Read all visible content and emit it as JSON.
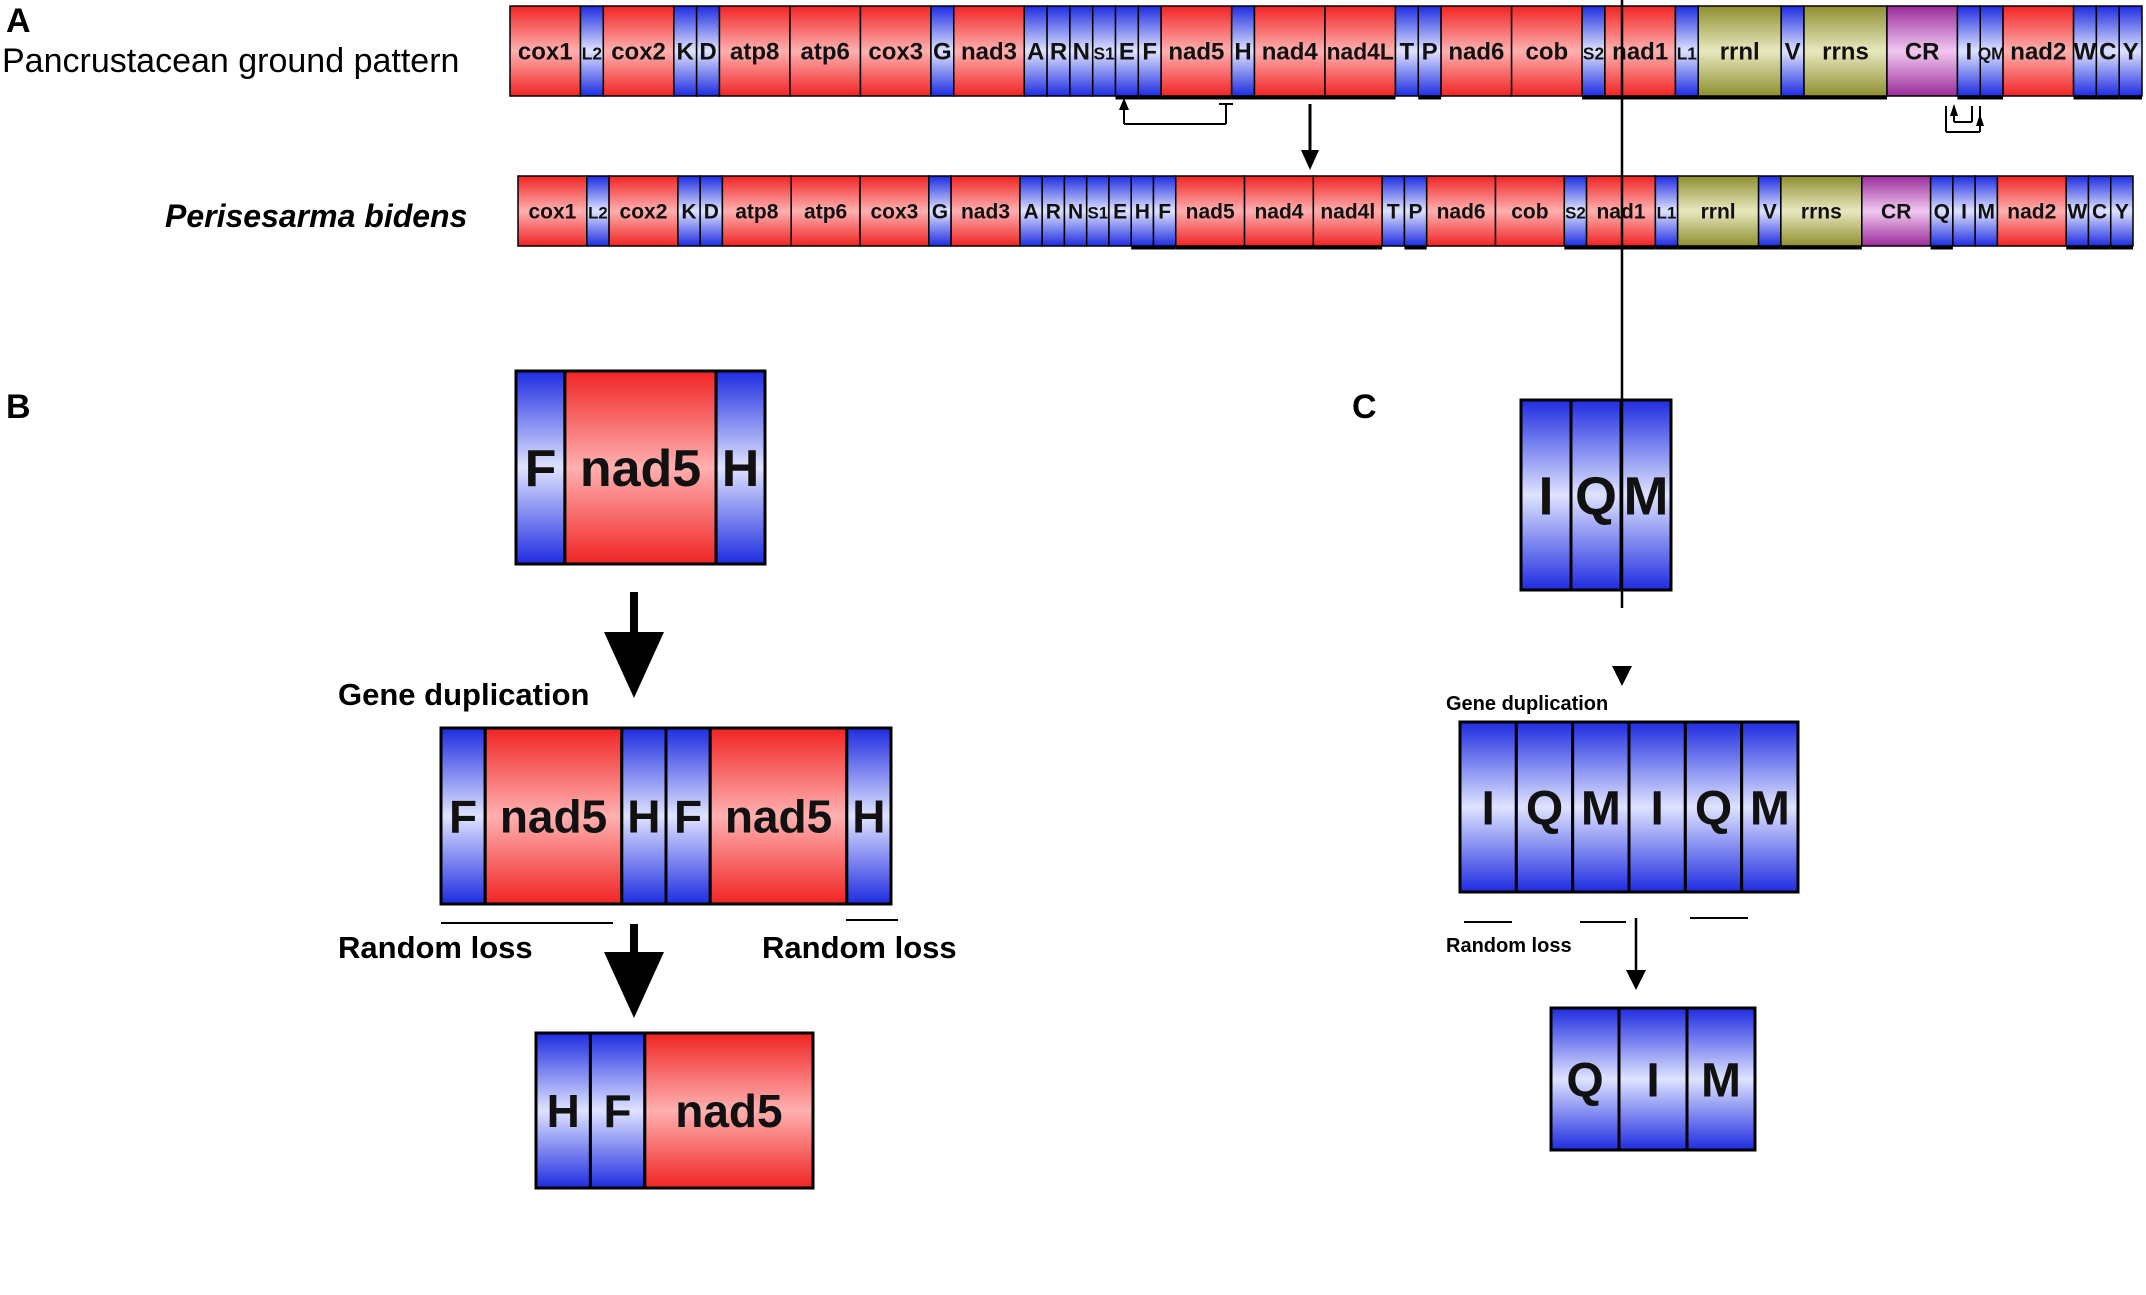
{
  "panels": {
    "A": "A",
    "B": "B",
    "C": "C"
  },
  "labels": {
    "ground_pattern": "Pancrustacean ground pattern",
    "species": "Perisesarma bidens"
  },
  "colors": {
    "protein": "#ff3b3b",
    "trna": "#2b3bff",
    "rrna": "#9a9a38",
    "control_region": "#a03aa0",
    "outline": "#000000"
  },
  "ground_genes": [
    {
      "l": "cox1",
      "t": "p"
    },
    {
      "l": "L2",
      "t": "t"
    },
    {
      "l": "cox2",
      "t": "p"
    },
    {
      "l": "K",
      "t": "t"
    },
    {
      "l": "D",
      "t": "t"
    },
    {
      "l": "atp8",
      "t": "p"
    },
    {
      "l": "atp6",
      "t": "p"
    },
    {
      "l": "cox3",
      "t": "p"
    },
    {
      "l": "G",
      "t": "t"
    },
    {
      "l": "nad3",
      "t": "p"
    },
    {
      "l": "A",
      "t": "t"
    },
    {
      "l": "R",
      "t": "t"
    },
    {
      "l": "N",
      "t": "t"
    },
    {
      "l": "S1",
      "t": "t"
    },
    {
      "l": "E",
      "t": "t"
    },
    {
      "l": "F",
      "t": "t"
    },
    {
      "l": "nad5",
      "t": "p"
    },
    {
      "l": "H",
      "t": "t"
    },
    {
      "l": "nad4",
      "t": "p"
    },
    {
      "l": "nad4L",
      "t": "p"
    },
    {
      "l": "T",
      "t": "t"
    },
    {
      "l": "P",
      "t": "t"
    },
    {
      "l": "nad6",
      "t": "p"
    },
    {
      "l": "cob",
      "t": "p"
    },
    {
      "l": "S2",
      "t": "t"
    },
    {
      "l": "nad1",
      "t": "p"
    },
    {
      "l": "L1",
      "t": "t"
    },
    {
      "l": "rrnl",
      "t": "r"
    },
    {
      "l": "V",
      "t": "t"
    },
    {
      "l": "rrns",
      "t": "r"
    },
    {
      "l": "CR",
      "t": "c"
    },
    {
      "l": "I",
      "t": "t"
    },
    {
      "l": "QM",
      "t": "t"
    },
    {
      "l": "nad2",
      "t": "p"
    },
    {
      "l": "W",
      "t": "t"
    },
    {
      "l": "C",
      "t": "t"
    },
    {
      "l": "Y",
      "t": "t"
    }
  ],
  "species_genes": [
    {
      "l": "cox1",
      "t": "p"
    },
    {
      "l": "L2",
      "t": "t"
    },
    {
      "l": "cox2",
      "t": "p"
    },
    {
      "l": "K",
      "t": "t"
    },
    {
      "l": "D",
      "t": "t"
    },
    {
      "l": "atp8",
      "t": "p"
    },
    {
      "l": "atp6",
      "t": "p"
    },
    {
      "l": "cox3",
      "t": "p"
    },
    {
      "l": "G",
      "t": "t"
    },
    {
      "l": "nad3",
      "t": "p"
    },
    {
      "l": "A",
      "t": "t"
    },
    {
      "l": "R",
      "t": "t"
    },
    {
      "l": "N",
      "t": "t"
    },
    {
      "l": "S1",
      "t": "t"
    },
    {
      "l": "E",
      "t": "t"
    },
    {
      "l": "H",
      "t": "t"
    },
    {
      "l": "F",
      "t": "t"
    },
    {
      "l": "nad5",
      "t": "p"
    },
    {
      "l": "nad4",
      "t": "p"
    },
    {
      "l": "nad4l",
      "t": "p"
    },
    {
      "l": "T",
      "t": "t"
    },
    {
      "l": "P",
      "t": "t"
    },
    {
      "l": "nad6",
      "t": "p"
    },
    {
      "l": "cob",
      "t": "p"
    },
    {
      "l": "S2",
      "t": "t"
    },
    {
      "l": "nad1",
      "t": "p"
    },
    {
      "l": "L1",
      "t": "t"
    },
    {
      "l": "rrnl",
      "t": "r"
    },
    {
      "l": "V",
      "t": "t"
    },
    {
      "l": "rrns",
      "t": "r"
    },
    {
      "l": "CR",
      "t": "c"
    },
    {
      "l": "Q",
      "t": "t"
    },
    {
      "l": "I",
      "t": "t"
    },
    {
      "l": "M",
      "t": "t"
    },
    {
      "l": "nad2",
      "t": "p"
    },
    {
      "l": "W",
      "t": "t"
    },
    {
      "l": "C",
      "t": "t"
    },
    {
      "l": "Y",
      "t": "t"
    }
  ],
  "panel_b": {
    "start": [
      {
        "l": "F",
        "t": "t"
      },
      {
        "l": "nad5",
        "t": "p"
      },
      {
        "l": "H",
        "t": "t"
      }
    ],
    "duplicated": [
      {
        "l": "F",
        "t": "t"
      },
      {
        "l": "nad5",
        "t": "p"
      },
      {
        "l": "H",
        "t": "t"
      },
      {
        "l": "F",
        "t": "t"
      },
      {
        "l": "nad5",
        "t": "p"
      },
      {
        "l": "H",
        "t": "t"
      }
    ],
    "result": [
      {
        "l": "H",
        "t": "t"
      },
      {
        "l": "F",
        "t": "t"
      },
      {
        "l": "nad5",
        "t": "p"
      }
    ],
    "step1": "Gene duplication",
    "loss_left": "Random loss",
    "loss_right": "Random loss"
  },
  "panel_c": {
    "start": [
      {
        "l": "I",
        "t": "t"
      },
      {
        "l": "Q",
        "t": "t"
      },
      {
        "l": "M",
        "t": "t"
      }
    ],
    "duplicated": [
      {
        "l": "I",
        "t": "t"
      },
      {
        "l": "Q",
        "t": "t"
      },
      {
        "l": "M",
        "t": "t"
      },
      {
        "l": "I",
        "t": "t"
      },
      {
        "l": "Q",
        "t": "t"
      },
      {
        "l": "M",
        "t": "t"
      }
    ],
    "result": [
      {
        "l": "Q",
        "t": "t"
      },
      {
        "l": "I",
        "t": "t"
      },
      {
        "l": "M",
        "t": "t"
      }
    ],
    "step1": "Gene duplication",
    "loss": "Random loss"
  }
}
